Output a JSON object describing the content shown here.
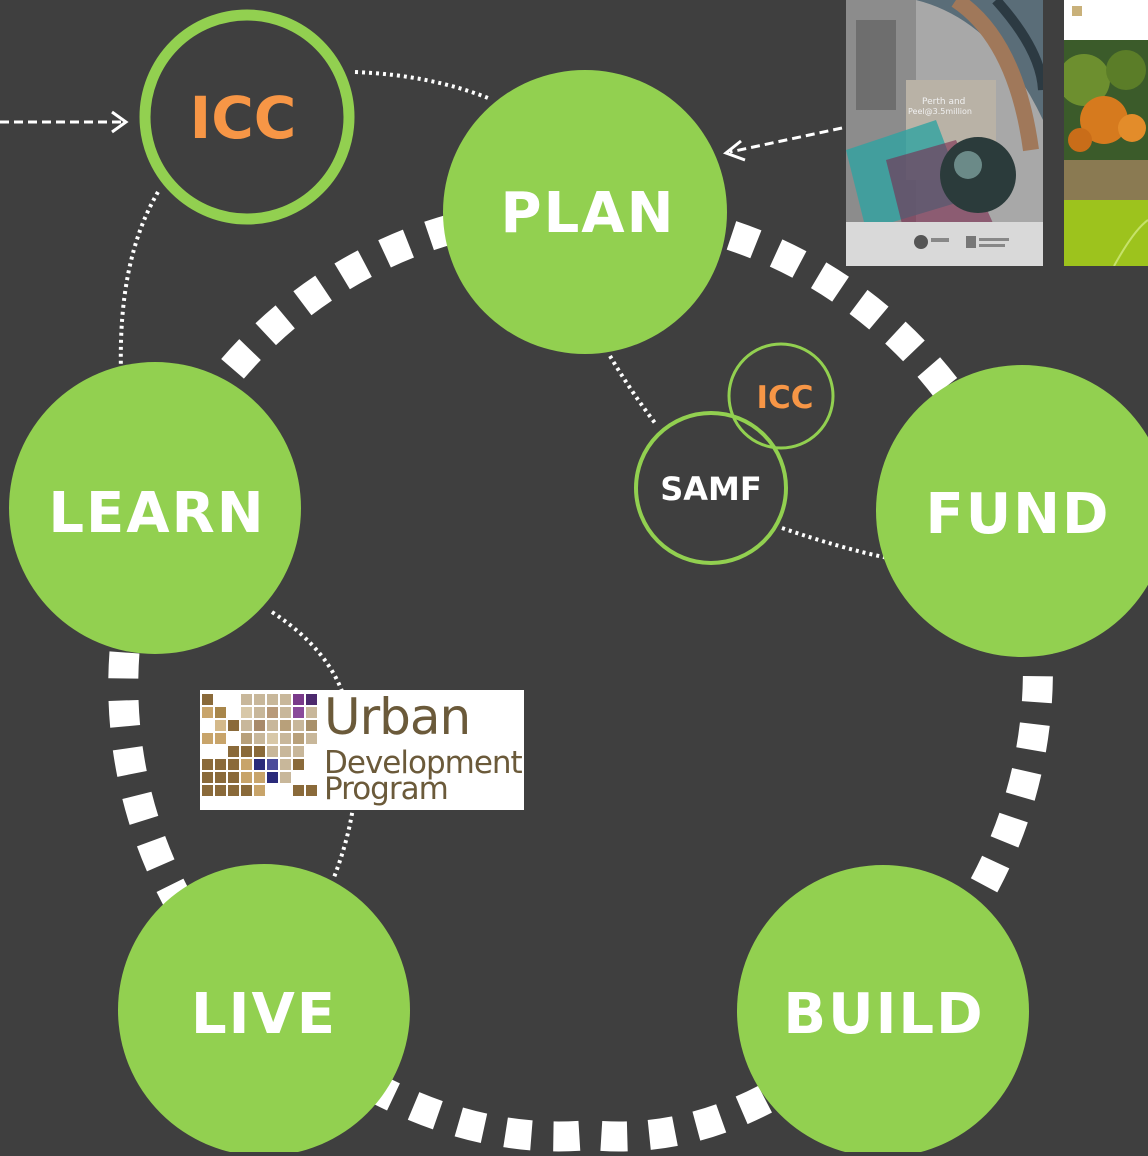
{
  "nodes": {
    "plan": "PLAN",
    "fund": "FUND",
    "build": "BUILD",
    "live": "LIVE",
    "learn": "LEARN",
    "icc_main": "ICC",
    "icc_small": "ICC",
    "samf": "SAMF"
  },
  "udp_logo": {
    "line1": "Urban",
    "line2": "Development",
    "line3": "Program"
  },
  "doc_cover": {
    "line1": "Perth and",
    "line2": "Peel@3.5million"
  },
  "colors": {
    "background": "#3f3f3f",
    "node_green": "#92d050",
    "icc_orange": "#f79646",
    "white": "#ffffff"
  }
}
